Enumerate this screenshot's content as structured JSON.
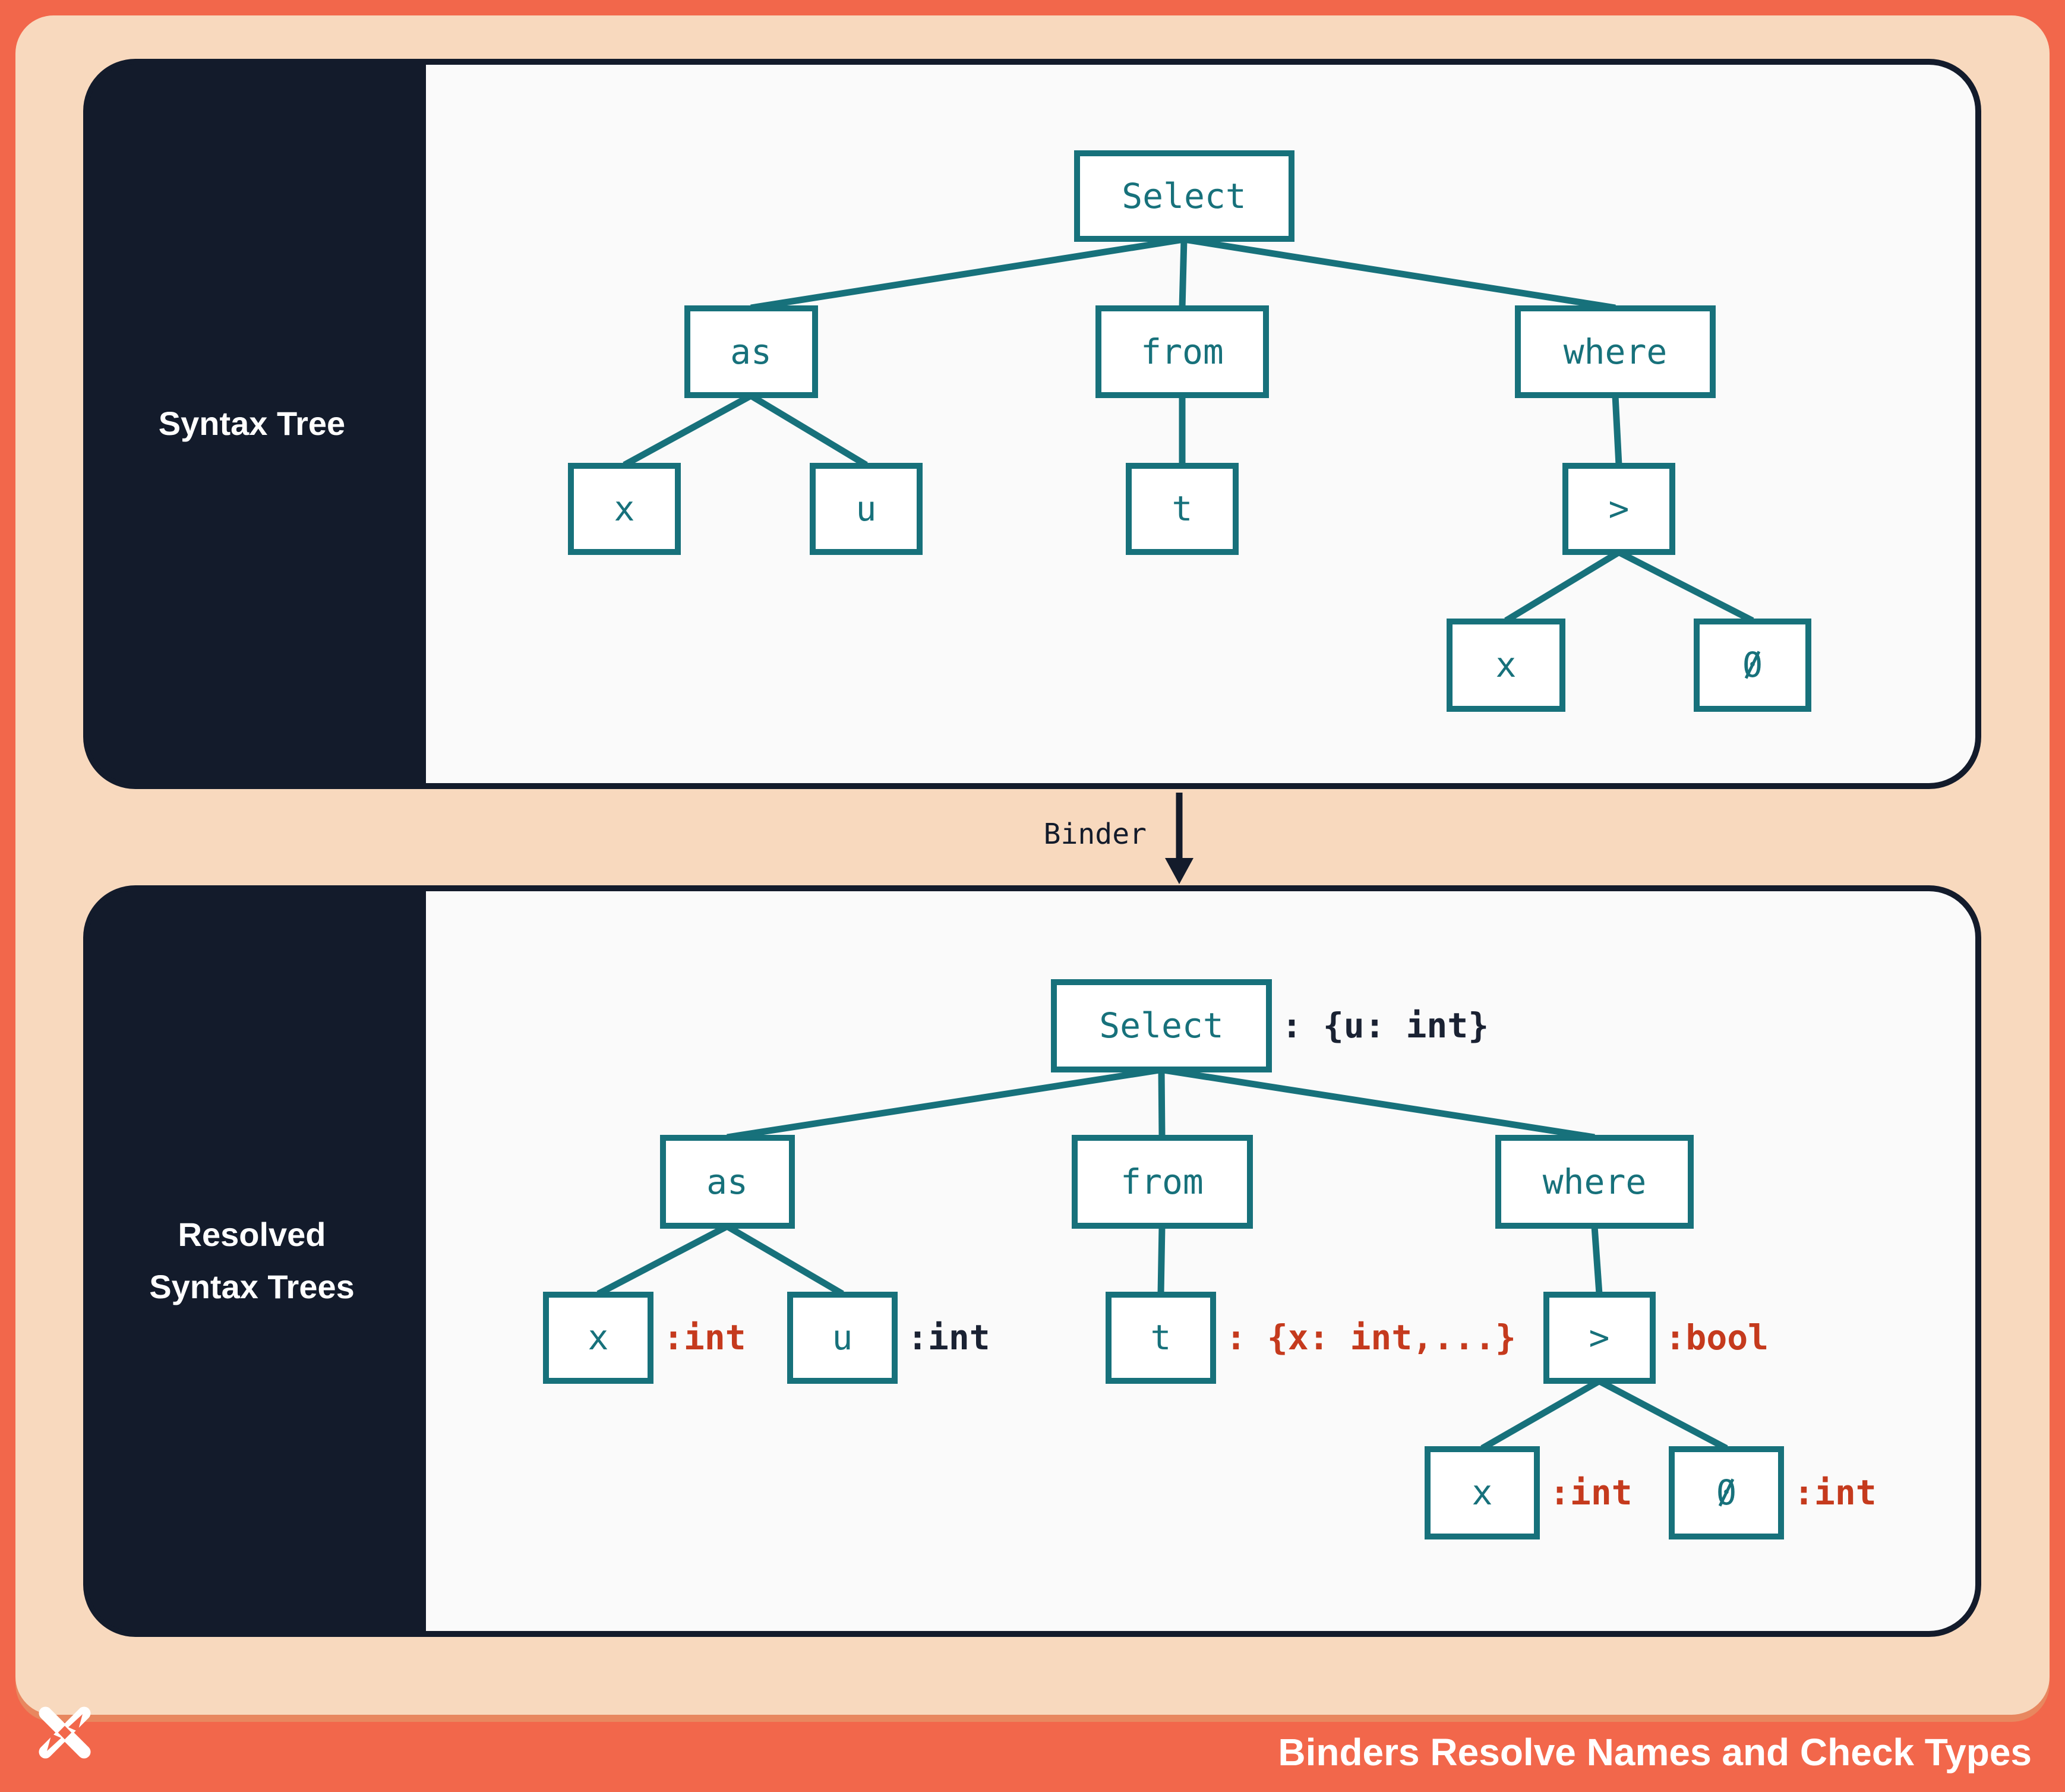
{
  "footer": {
    "title": "Binders Resolve Names and Check Types"
  },
  "binder": {
    "label": "Binder"
  },
  "panels": [
    {
      "id": "syntax",
      "label": "Syntax Tree",
      "nodes": [
        {
          "id": "select",
          "label": "Select"
        },
        {
          "id": "as",
          "label": "as"
        },
        {
          "id": "from",
          "label": "from"
        },
        {
          "id": "where",
          "label": "where"
        },
        {
          "id": "x1",
          "label": "x"
        },
        {
          "id": "u",
          "label": "u"
        },
        {
          "id": "t",
          "label": "t"
        },
        {
          "id": "gt",
          "label": ">"
        },
        {
          "id": "x2",
          "label": "x"
        },
        {
          "id": "zero",
          "label": "0"
        }
      ]
    },
    {
      "id": "resolved",
      "label_line1": "Resolved",
      "label_line2": "Syntax Trees",
      "nodes": [
        {
          "id": "select",
          "label": "Select",
          "annotation": ": {u: int}",
          "annotation_color": "dark"
        },
        {
          "id": "as",
          "label": "as"
        },
        {
          "id": "from",
          "label": "from"
        },
        {
          "id": "where",
          "label": "where"
        },
        {
          "id": "x1",
          "label": "x",
          "annotation": ":int",
          "annotation_color": "red"
        },
        {
          "id": "u",
          "label": "u",
          "annotation": ":int",
          "annotation_color": "dark"
        },
        {
          "id": "t",
          "label": "t",
          "annotation": ": {x: int,...}",
          "annotation_color": "red"
        },
        {
          "id": "gt",
          "label": ">",
          "annotation": ":bool",
          "annotation_color": "red"
        },
        {
          "id": "x2",
          "label": "x",
          "annotation": ":int",
          "annotation_color": "red"
        },
        {
          "id": "zero",
          "label": "0",
          "annotation": ":int",
          "annotation_color": "red"
        }
      ]
    }
  ],
  "colors": {
    "frame_coral": "#F2674B",
    "background_peach": "#F8D9BE",
    "panel_background": "#FAFAFA",
    "ink_navy": "#131B2B",
    "node_teal": "#17717B",
    "type_error_red": "#C53A1D",
    "text_white": "#FFFFFF"
  }
}
